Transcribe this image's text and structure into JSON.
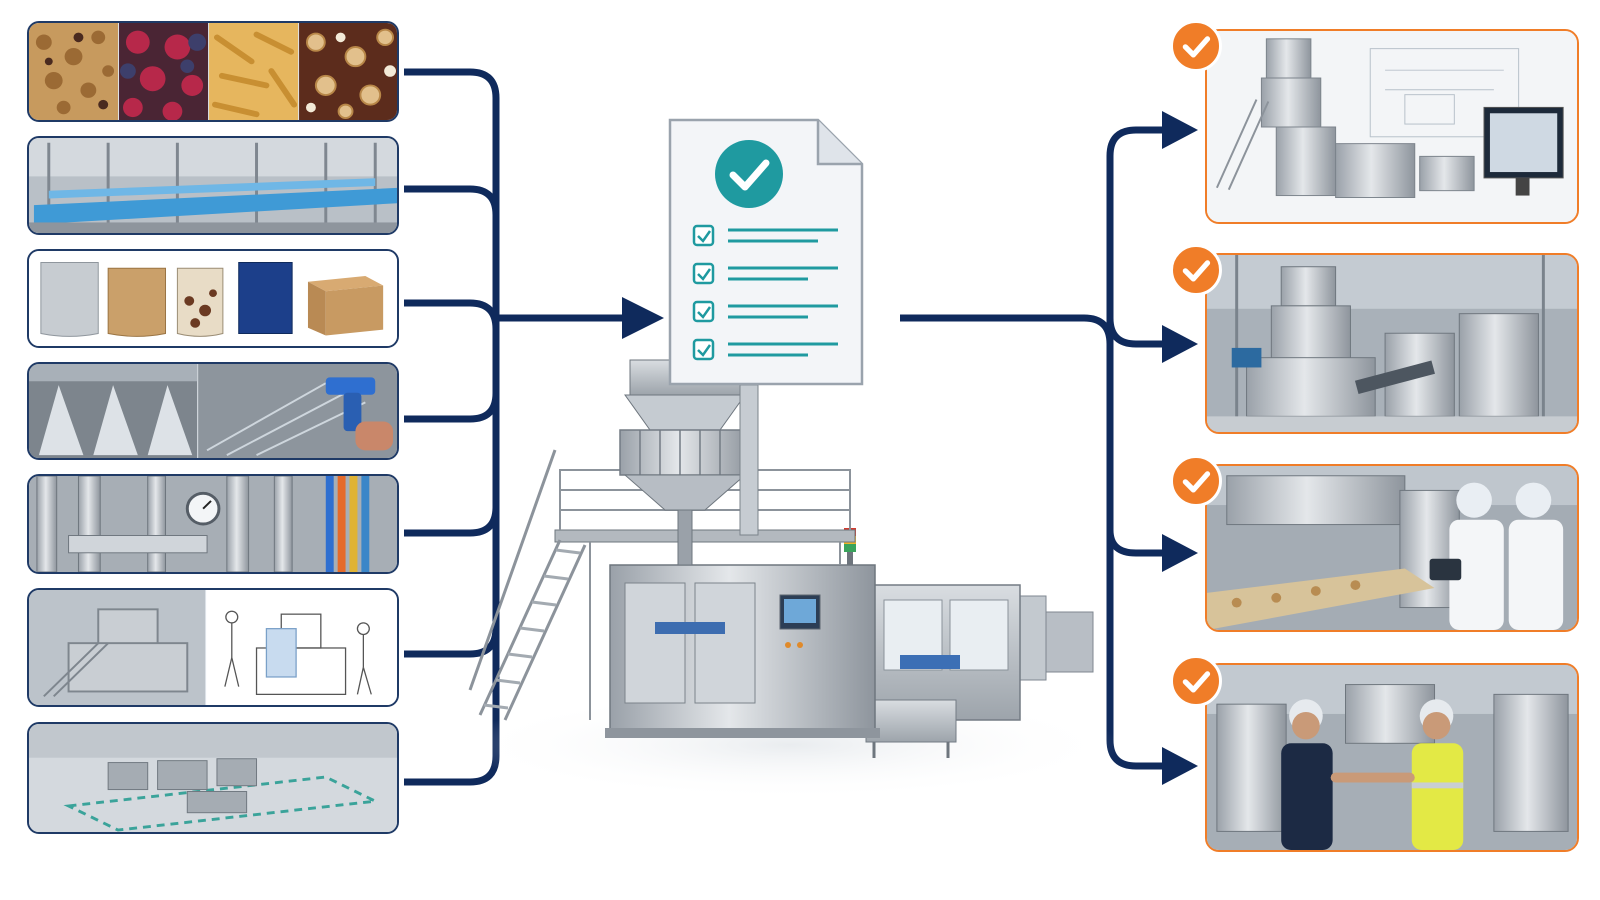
{
  "colors": {
    "connector": "#0f2a5c",
    "accent_check": "#f07d28",
    "doc_check": "#1f9aa0",
    "tile_border": "#1f3a66",
    "steel": "#c8cdd3"
  },
  "inputs": [
    {
      "name": "product-samples",
      "icons": [
        "nuts-icon",
        "berries-icon",
        "pasta-icon",
        "cereal-icon"
      ]
    },
    {
      "name": "production-line",
      "icons": [
        "conveyor-icon"
      ]
    },
    {
      "name": "packaging-formats",
      "icons": [
        "foil-pouch-icon",
        "kraft-pouch-icon",
        "clear-pouch-icon",
        "blue-bag-icon",
        "carton-box-icon"
      ]
    },
    {
      "name": "washdown-cleaning",
      "icons": [
        "spray-nozzle-icon",
        "spray-gun-icon"
      ]
    },
    {
      "name": "utilities-piping",
      "icons": [
        "pipe-icon",
        "pressure-gauge-icon"
      ]
    },
    {
      "name": "layout-design",
      "icons": [
        "platform-icon",
        "line-drawing-icon"
      ]
    },
    {
      "name": "floor-space",
      "icons": [
        "floor-marking-icon"
      ]
    }
  ],
  "checklist": {
    "icon": "document-check-icon",
    "items": 4
  },
  "outputs": [
    {
      "name": "design-and-cad",
      "badge": "check-icon"
    },
    {
      "name": "factory-build",
      "badge": "check-icon"
    },
    {
      "name": "testing-validation",
      "badge": "check-icon"
    },
    {
      "name": "handover-support",
      "badge": "check-icon"
    }
  ]
}
